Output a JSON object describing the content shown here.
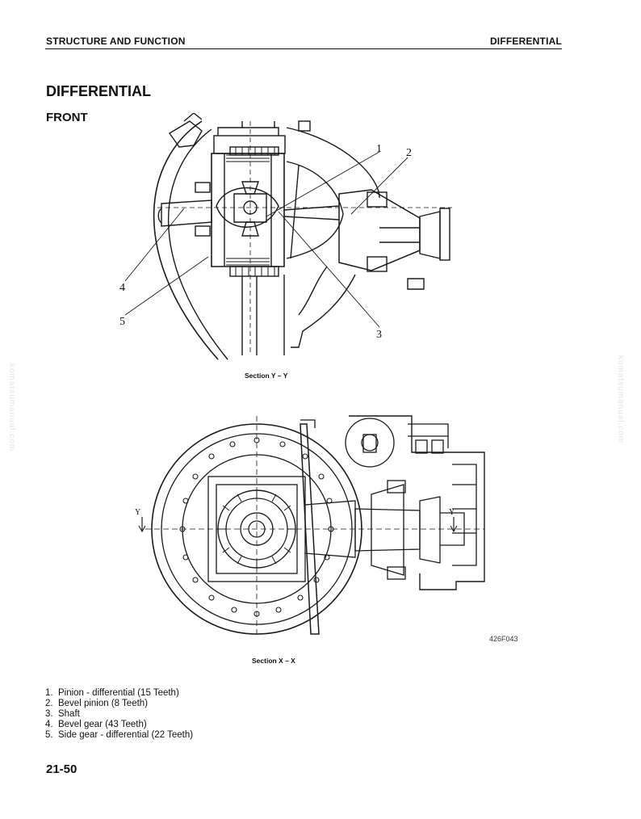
{
  "header": {
    "left": "STRUCTURE AND FUNCTION",
    "right": "DIFFERENTIAL"
  },
  "title": "DIFFERENTIAL",
  "subtitle": "FRONT",
  "figure_top": {
    "caption": "Section Y – Y",
    "callouts": [
      "1",
      "2",
      "3",
      "4",
      "5"
    ]
  },
  "figure_bottom": {
    "caption": "Section X – X",
    "section_marks": [
      "Y",
      "Y"
    ],
    "figure_code": "426F043"
  },
  "legend": [
    {
      "num": "1.",
      "text": "Pinion - differential (15 Teeth)"
    },
    {
      "num": "2.",
      "text": "Bevel pinion (8 Teeth)"
    },
    {
      "num": "3.",
      "text": "Shaft"
    },
    {
      "num": "4.",
      "text": "Bevel gear (43 Teeth)"
    },
    {
      "num": "5.",
      "text": "Side gear - differential (22 Teeth)"
    }
  ],
  "page_number": "21-50",
  "watermark": "komatsumanual.com"
}
